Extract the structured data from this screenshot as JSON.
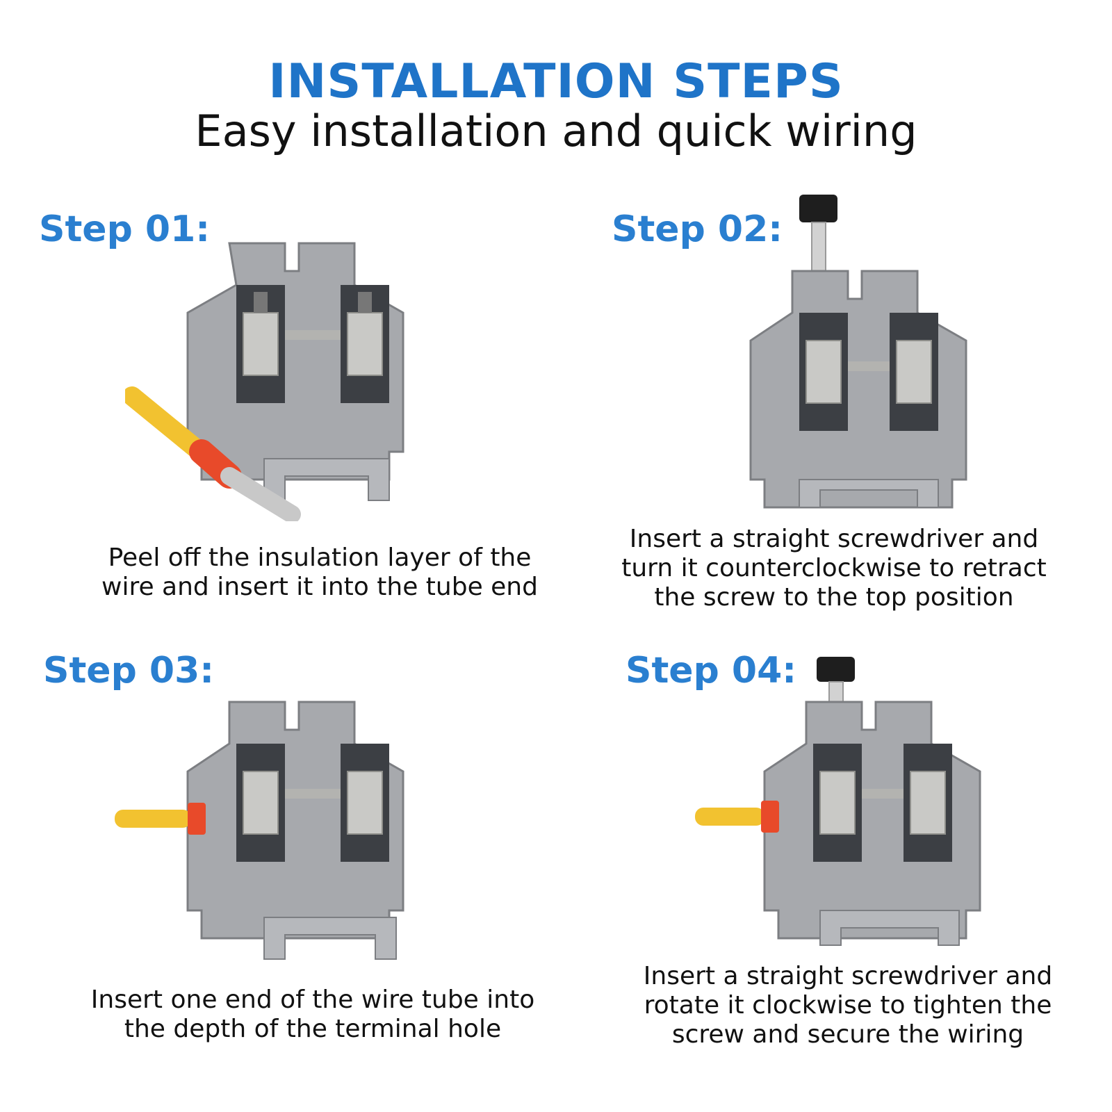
{
  "header": {
    "title": "INSTALLATION  STEPS",
    "subtitle": "Easy installation and quick wiring"
  },
  "steps": [
    {
      "label": "Step 01:",
      "caption": [
        "Peel off the insulation layer of the",
        "wire and insert it into the tube end"
      ]
    },
    {
      "label": "Step 02:",
      "caption": [
        "Insert a straight screwdriver and",
        "turn it counterclockwise to retract",
        "the screw to the top position"
      ]
    },
    {
      "label": "Step 03:",
      "caption": [
        "Insert one end of the wire tube into",
        "the depth of the terminal hole"
      ]
    },
    {
      "label": "Step 04:",
      "caption": [
        "Insert a straight screwdriver and",
        "rotate it clockwise to tighten the",
        "screw and secure the wiring"
      ]
    }
  ],
  "colors": {
    "title_blue": "#1f74c8",
    "step_blue": "#2a7fd0",
    "terminal_grey": "#a7a9ad",
    "wire_yellow": "#f2c230",
    "ferrule_red": "#e84a2a"
  }
}
